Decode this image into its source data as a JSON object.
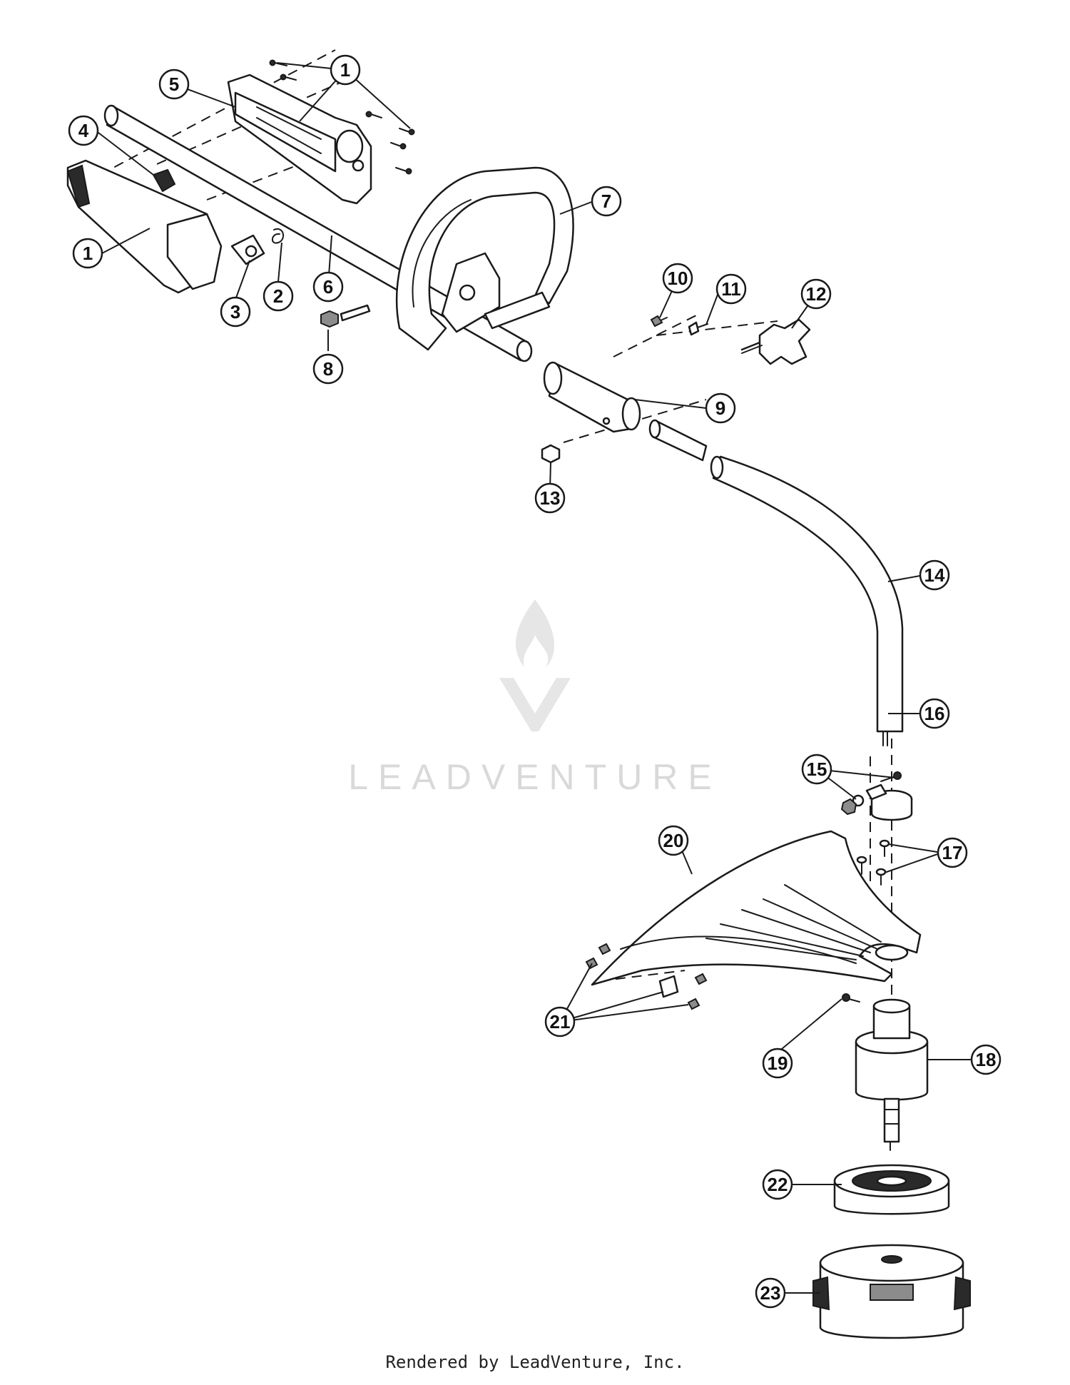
{
  "callouts": [
    {
      "number": "1"
    },
    {
      "number": "1"
    },
    {
      "number": "2"
    },
    {
      "number": "3"
    },
    {
      "number": "4"
    },
    {
      "number": "5"
    },
    {
      "number": "6"
    },
    {
      "number": "7"
    },
    {
      "number": "8"
    },
    {
      "number": "9"
    },
    {
      "number": "10"
    },
    {
      "number": "11"
    },
    {
      "number": "12"
    },
    {
      "number": "13"
    },
    {
      "number": "14"
    },
    {
      "number": "15"
    },
    {
      "number": "16"
    },
    {
      "number": "17"
    },
    {
      "number": "18"
    },
    {
      "number": "19"
    },
    {
      "number": "20"
    },
    {
      "number": "21"
    },
    {
      "number": "22"
    },
    {
      "number": "23"
    }
  ],
  "watermark": {
    "text": "LEADVENTURE"
  },
  "footer": {
    "text": "Rendered by LeadVenture, Inc."
  }
}
